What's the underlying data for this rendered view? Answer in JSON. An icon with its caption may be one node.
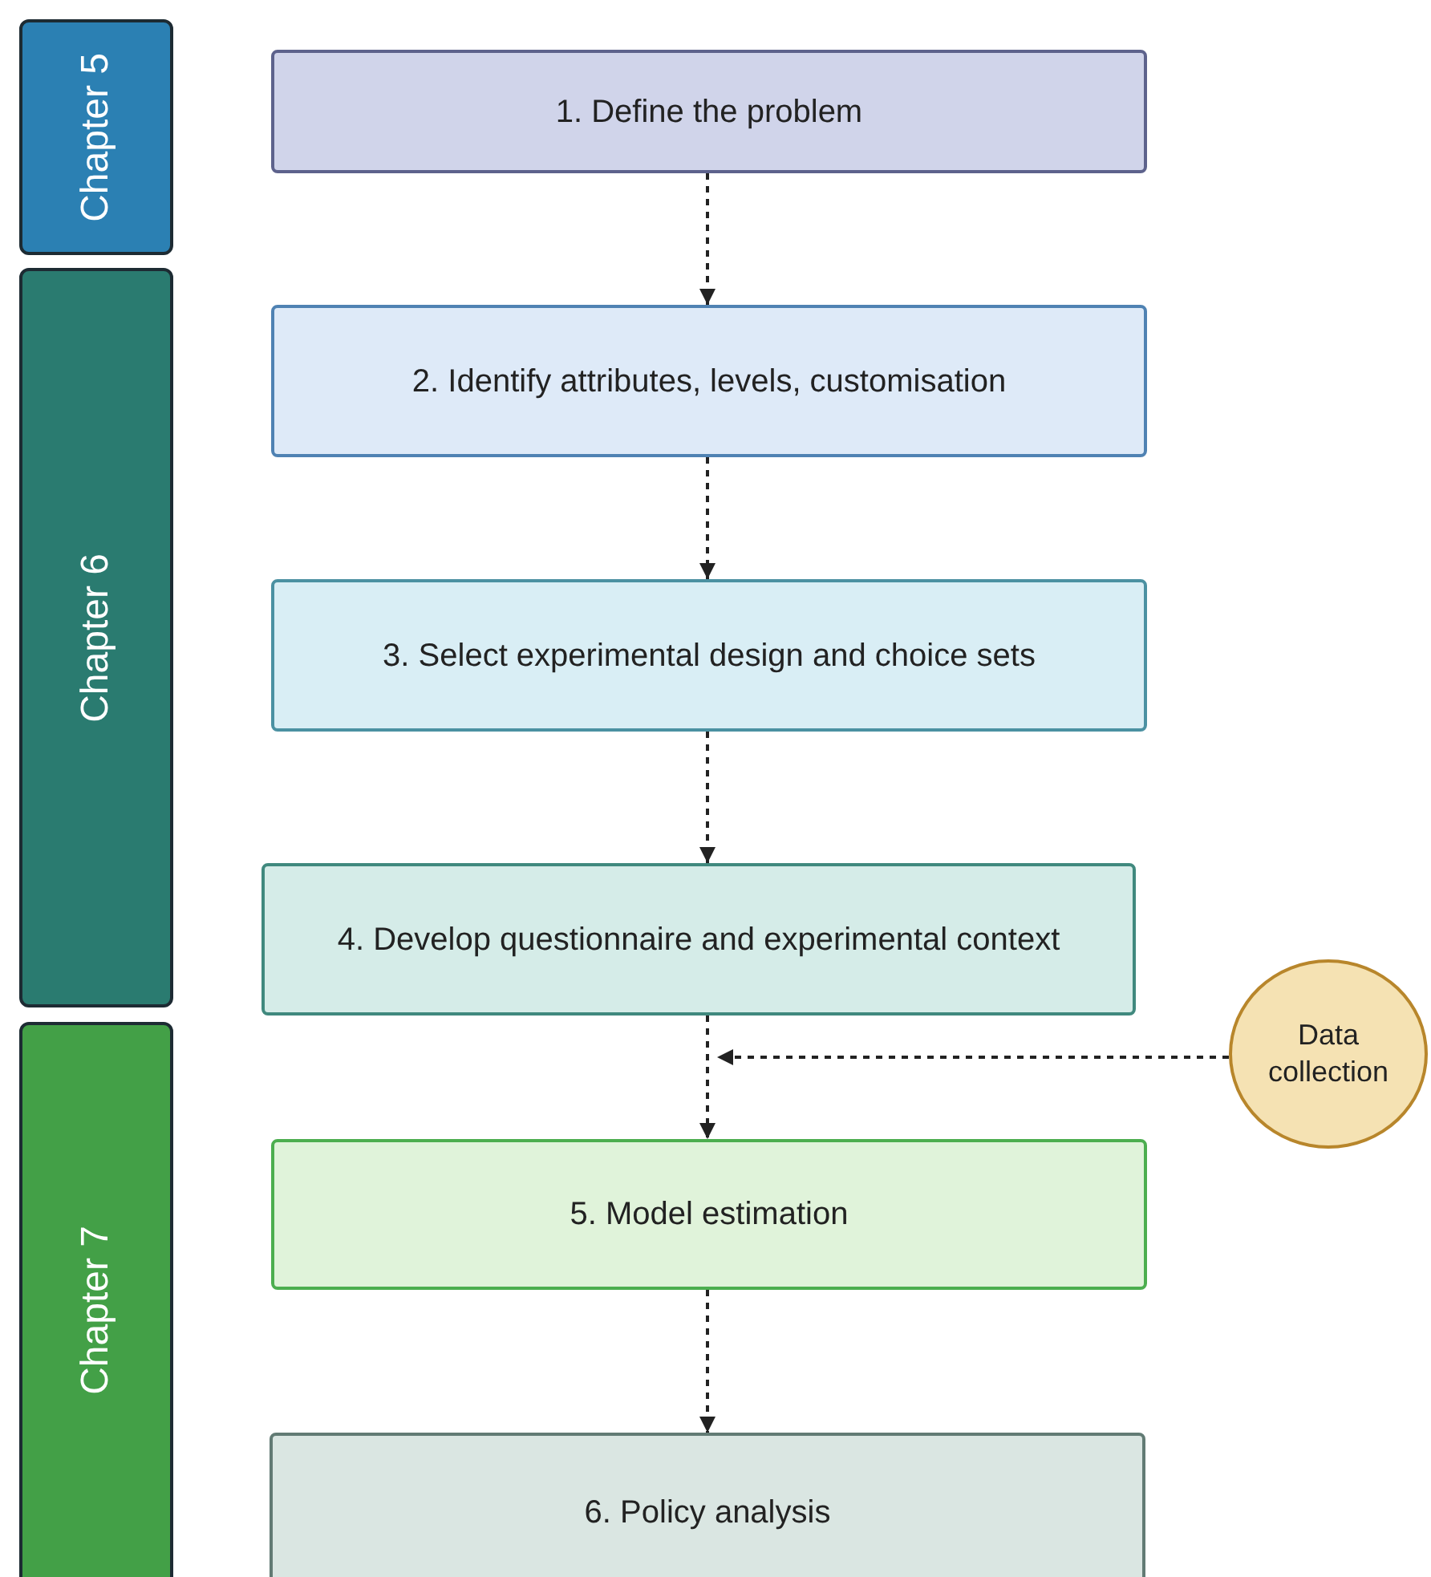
{
  "diagram": {
    "nodes": [
      {
        "text": [
          "Chapter 5"
        ]
      },
      {
        "text": [
          "Chapter 6"
        ]
      },
      {
        "text": [
          "Chapter 7"
        ]
      },
      {
        "text": [
          "1. Define the problem"
        ]
      },
      {
        "text": [
          "2. Identify attributes, levels, customisation"
        ]
      },
      {
        "text": [
          "3. Select experimental design and choice sets"
        ]
      },
      {
        "text": [
          "4. Develop questionnaire and experimental context"
        ]
      },
      {
        "text": [
          "5. Model estimation"
        ]
      },
      {
        "text": [
          "6. Policy analysis"
        ]
      },
      {
        "text": [
          "Data collection"
        ]
      }
    ],
    "edges": [
      {
        "from": 3,
        "to": 4,
        "arrow": "to",
        "style": "dashed"
      },
      {
        "from": 4,
        "to": 5,
        "arrow": "to",
        "style": "dashed"
      },
      {
        "from": 5,
        "to": 6,
        "arrow": "to",
        "style": "dashed"
      },
      {
        "from": 6,
        "to": 7,
        "arrow": "to",
        "style": "dashed"
      },
      {
        "from": 7,
        "to": 8,
        "arrow": "to",
        "style": "dashed"
      },
      {
        "from": 9,
        "to": 6,
        "arrow": "to",
        "style": "dashed"
      }
    ]
  }
}
